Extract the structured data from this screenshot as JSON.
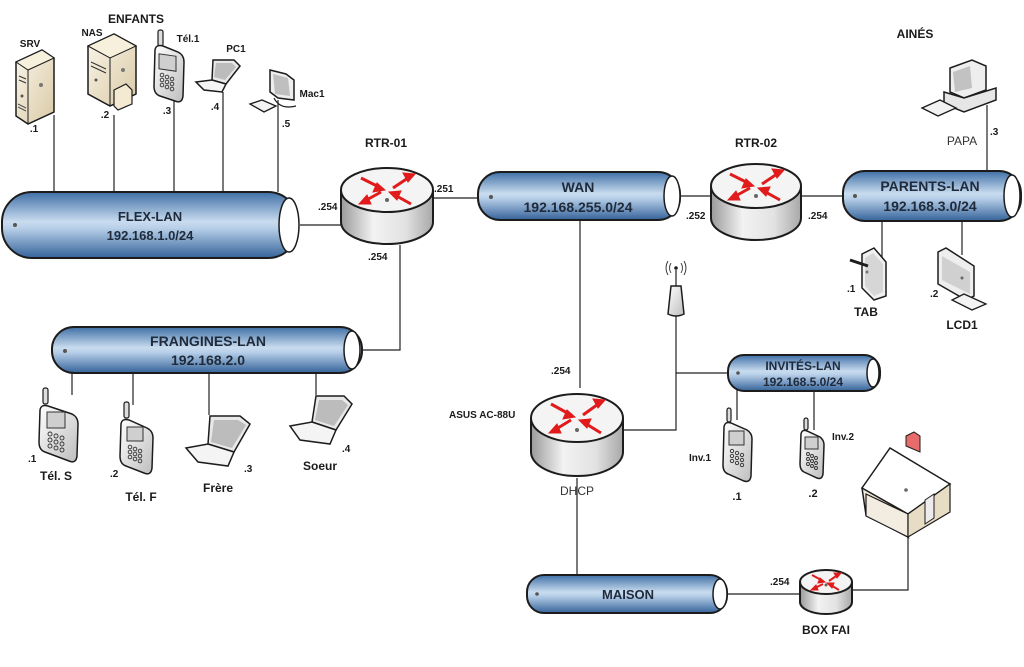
{
  "diagram": {
    "group_labels": {
      "children": "ENFANTS",
      "elders": "AINÉS"
    },
    "networks": {
      "flex_lan": {
        "name": "FLEX-LAN",
        "subnet": "192.168.1.0/24"
      },
      "wan": {
        "name": "WAN",
        "subnet": "192.168.255.0/24"
      },
      "parents_lan": {
        "name": "PARENTS-LAN",
        "subnet": "192.168.3.0/24"
      },
      "frangines_lan": {
        "name": "FRANGINES-LAN",
        "subnet": "192.168.2.0"
      },
      "invites_lan": {
        "name": "INVITÉS-LAN",
        "subnet": "192.168.5.0/24"
      },
      "maison": {
        "name": "MAISON",
        "subnet": ""
      }
    },
    "routers": {
      "rtr01": {
        "name": "RTR-01",
        "if_flex": ".254",
        "if_wan": ".251",
        "if_frangines": ".254"
      },
      "rtr02": {
        "name": "RTR-02",
        "if_wan": ".252",
        "if_parents": ".254"
      },
      "asus": {
        "name": "ASUS AC-88U",
        "if_wan": ".254",
        "service": "DHCP"
      },
      "box": {
        "name": "BOX FAI",
        "if_maison": ".254"
      }
    },
    "devices": {
      "flex": [
        {
          "name": "SRV",
          "ip": ".1",
          "icon": "server-icon"
        },
        {
          "name": "NAS",
          "ip": ".2",
          "icon": "nas-icon"
        },
        {
          "name": "Tél.1",
          "ip": ".3",
          "icon": "cell-phone-icon"
        },
        {
          "name": "PC1",
          "ip": ".4",
          "icon": "laptop-icon"
        },
        {
          "name": "Mac1",
          "ip": ".5",
          "icon": "workstation-icon"
        }
      ],
      "frangines": [
        {
          "name": "Tél. S",
          "ip": ".1",
          "icon": "cell-phone-icon"
        },
        {
          "name": "Tél. F",
          "ip": ".2",
          "icon": "cell-phone-icon"
        },
        {
          "name": "Frère",
          "ip": ".3",
          "icon": "laptop-icon"
        },
        {
          "name": "Soeur",
          "ip": ".4",
          "icon": "laptop-icon"
        }
      ],
      "parents": [
        {
          "name": "PAPA",
          "ip": ".3",
          "icon": "desktop-pc-icon"
        },
        {
          "name": "TAB",
          "ip": ".1",
          "icon": "tablet-icon"
        },
        {
          "name": "LCD1",
          "ip": ".2",
          "icon": "monitor-icon"
        }
      ],
      "invites": [
        {
          "name": "Inv.1",
          "ip": ".1",
          "icon": "cell-phone-icon"
        },
        {
          "name": "Inv.2",
          "ip": ".2",
          "icon": "cell-phone-icon"
        }
      ]
    },
    "other_icons": {
      "access_point": "wireless-access-point-icon",
      "house": "house-icon"
    },
    "colors": {
      "tube_dark": "#3f6fa6",
      "tube_light": "#c9dcef",
      "router_arrow": "#e11b1b",
      "router_body": "#d9d9d9"
    }
  }
}
